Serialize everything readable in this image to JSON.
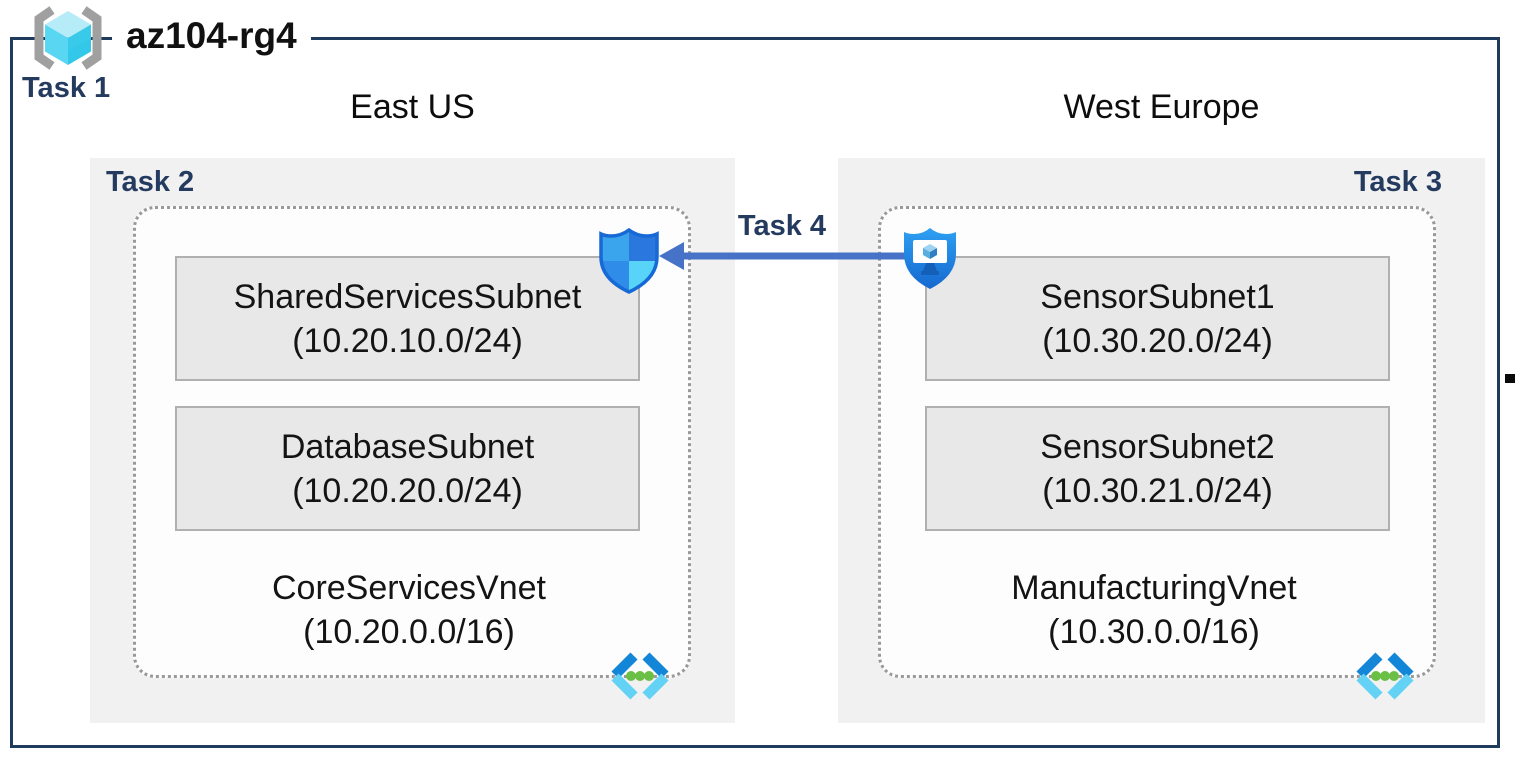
{
  "title": {
    "resource_group": "az104-rg4"
  },
  "labels": {
    "task1": "Task 1",
    "task2": "Task 2",
    "task3": "Task 3",
    "task4": "Task 4"
  },
  "regions": [
    {
      "name": "East US",
      "vnet": {
        "name": "CoreServicesVnet",
        "cidr": "(10.20.0.0/16)",
        "subnets": [
          {
            "name": "SharedServicesSubnet",
            "cidr": "(10.20.10.0/24)"
          },
          {
            "name": "DatabaseSubnet",
            "cidr": "(10.20.20.0/24)"
          }
        ]
      }
    },
    {
      "name": "West Europe",
      "vnet": {
        "name": "ManufacturingVnet",
        "cidr": "(10.30.0.0/16)",
        "subnets": [
          {
            "name": "SensorSubnet1",
            "cidr": "(10.30.20.0/24)"
          },
          {
            "name": "SensorSubnet2",
            "cidr": "(10.30.21.0/24)"
          }
        ]
      }
    }
  ],
  "icons": {
    "resource_group": "resource-group-icon",
    "nsg_shield": "network-security-group-shield-icon",
    "shielded_vm": "shielded-vm-monitor-icon",
    "virtual_network": "virtual-network-icon"
  },
  "colors": {
    "border_navy": "#1e3a5c",
    "task_label": "#243a5e",
    "region_bg": "#f1f1f1",
    "subnet_bg": "#e8e8e8",
    "arrow_blue": "#4673c8",
    "vnet_dot_green": "#6abf45",
    "cube_cyan": "#59d6f2"
  }
}
